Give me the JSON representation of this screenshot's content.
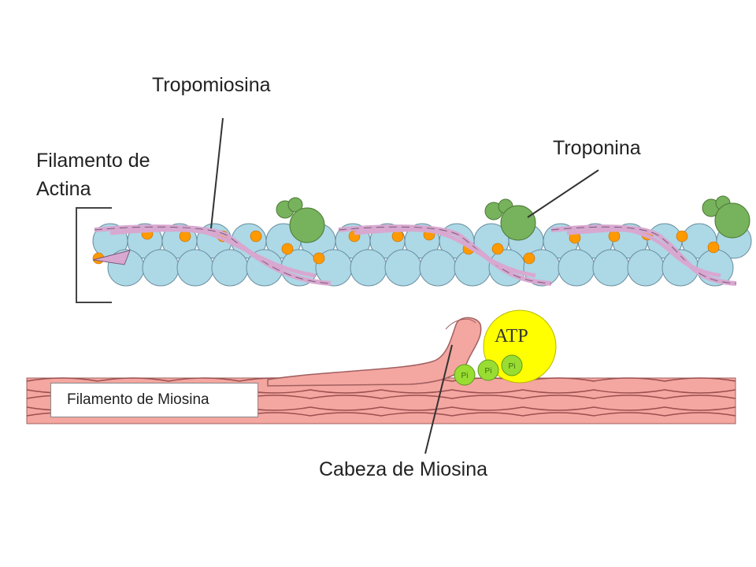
{
  "labels": {
    "tropomiosina": "Tropomiosina",
    "filamento_actina_line1": "Filamento de",
    "filamento_actina_line2": "Actina",
    "troponina": "Troponina",
    "filamento_miosina": "Filamento de Miosina",
    "cabeza_miosina": "Cabeza de Miosina",
    "atp": "ATP",
    "pi": "Pi"
  },
  "colors": {
    "actin_globule": "#add8e6",
    "actin_outline": "#6a8fa0",
    "actin_site": "#ff9900",
    "tropomyosin": "#d8a8d0",
    "troponin": "#77b25c",
    "myosin": "#f4a6a0",
    "atp": "#ffff00",
    "phosphate": "#99dd33"
  }
}
